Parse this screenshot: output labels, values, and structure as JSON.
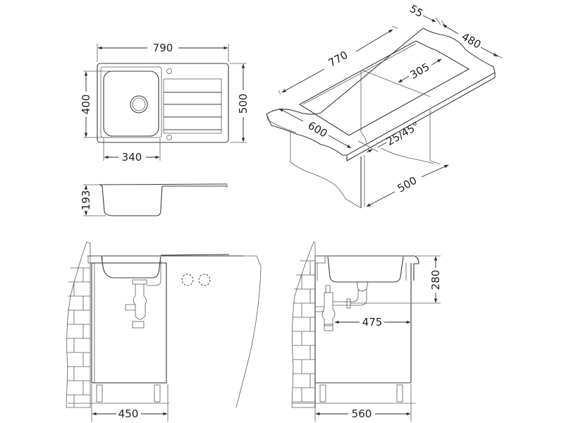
{
  "drawing": {
    "subject": "Kitchen sink with drainer - dimension drawing",
    "line_color": "#3a3a3a",
    "background": "#ffffff"
  },
  "top_view": {
    "overall_width": "790",
    "overall_depth": "500",
    "bowl_depth": "400",
    "bowl_width": "340"
  },
  "side_section": {
    "bowl_height": "193"
  },
  "isometric_cutout": {
    "cutout_length": "770",
    "corner_margin": "55",
    "cutout_depth": "480",
    "drainer_length": "305",
    "worktop_depth": "600",
    "edge_spec": "25/45°",
    "cabinet_depth": "500"
  },
  "front_install": {
    "cabinet_width": "450"
  },
  "side_install": {
    "installation_height": "280",
    "drain_distance": "475",
    "cabinet_depth": "560"
  }
}
